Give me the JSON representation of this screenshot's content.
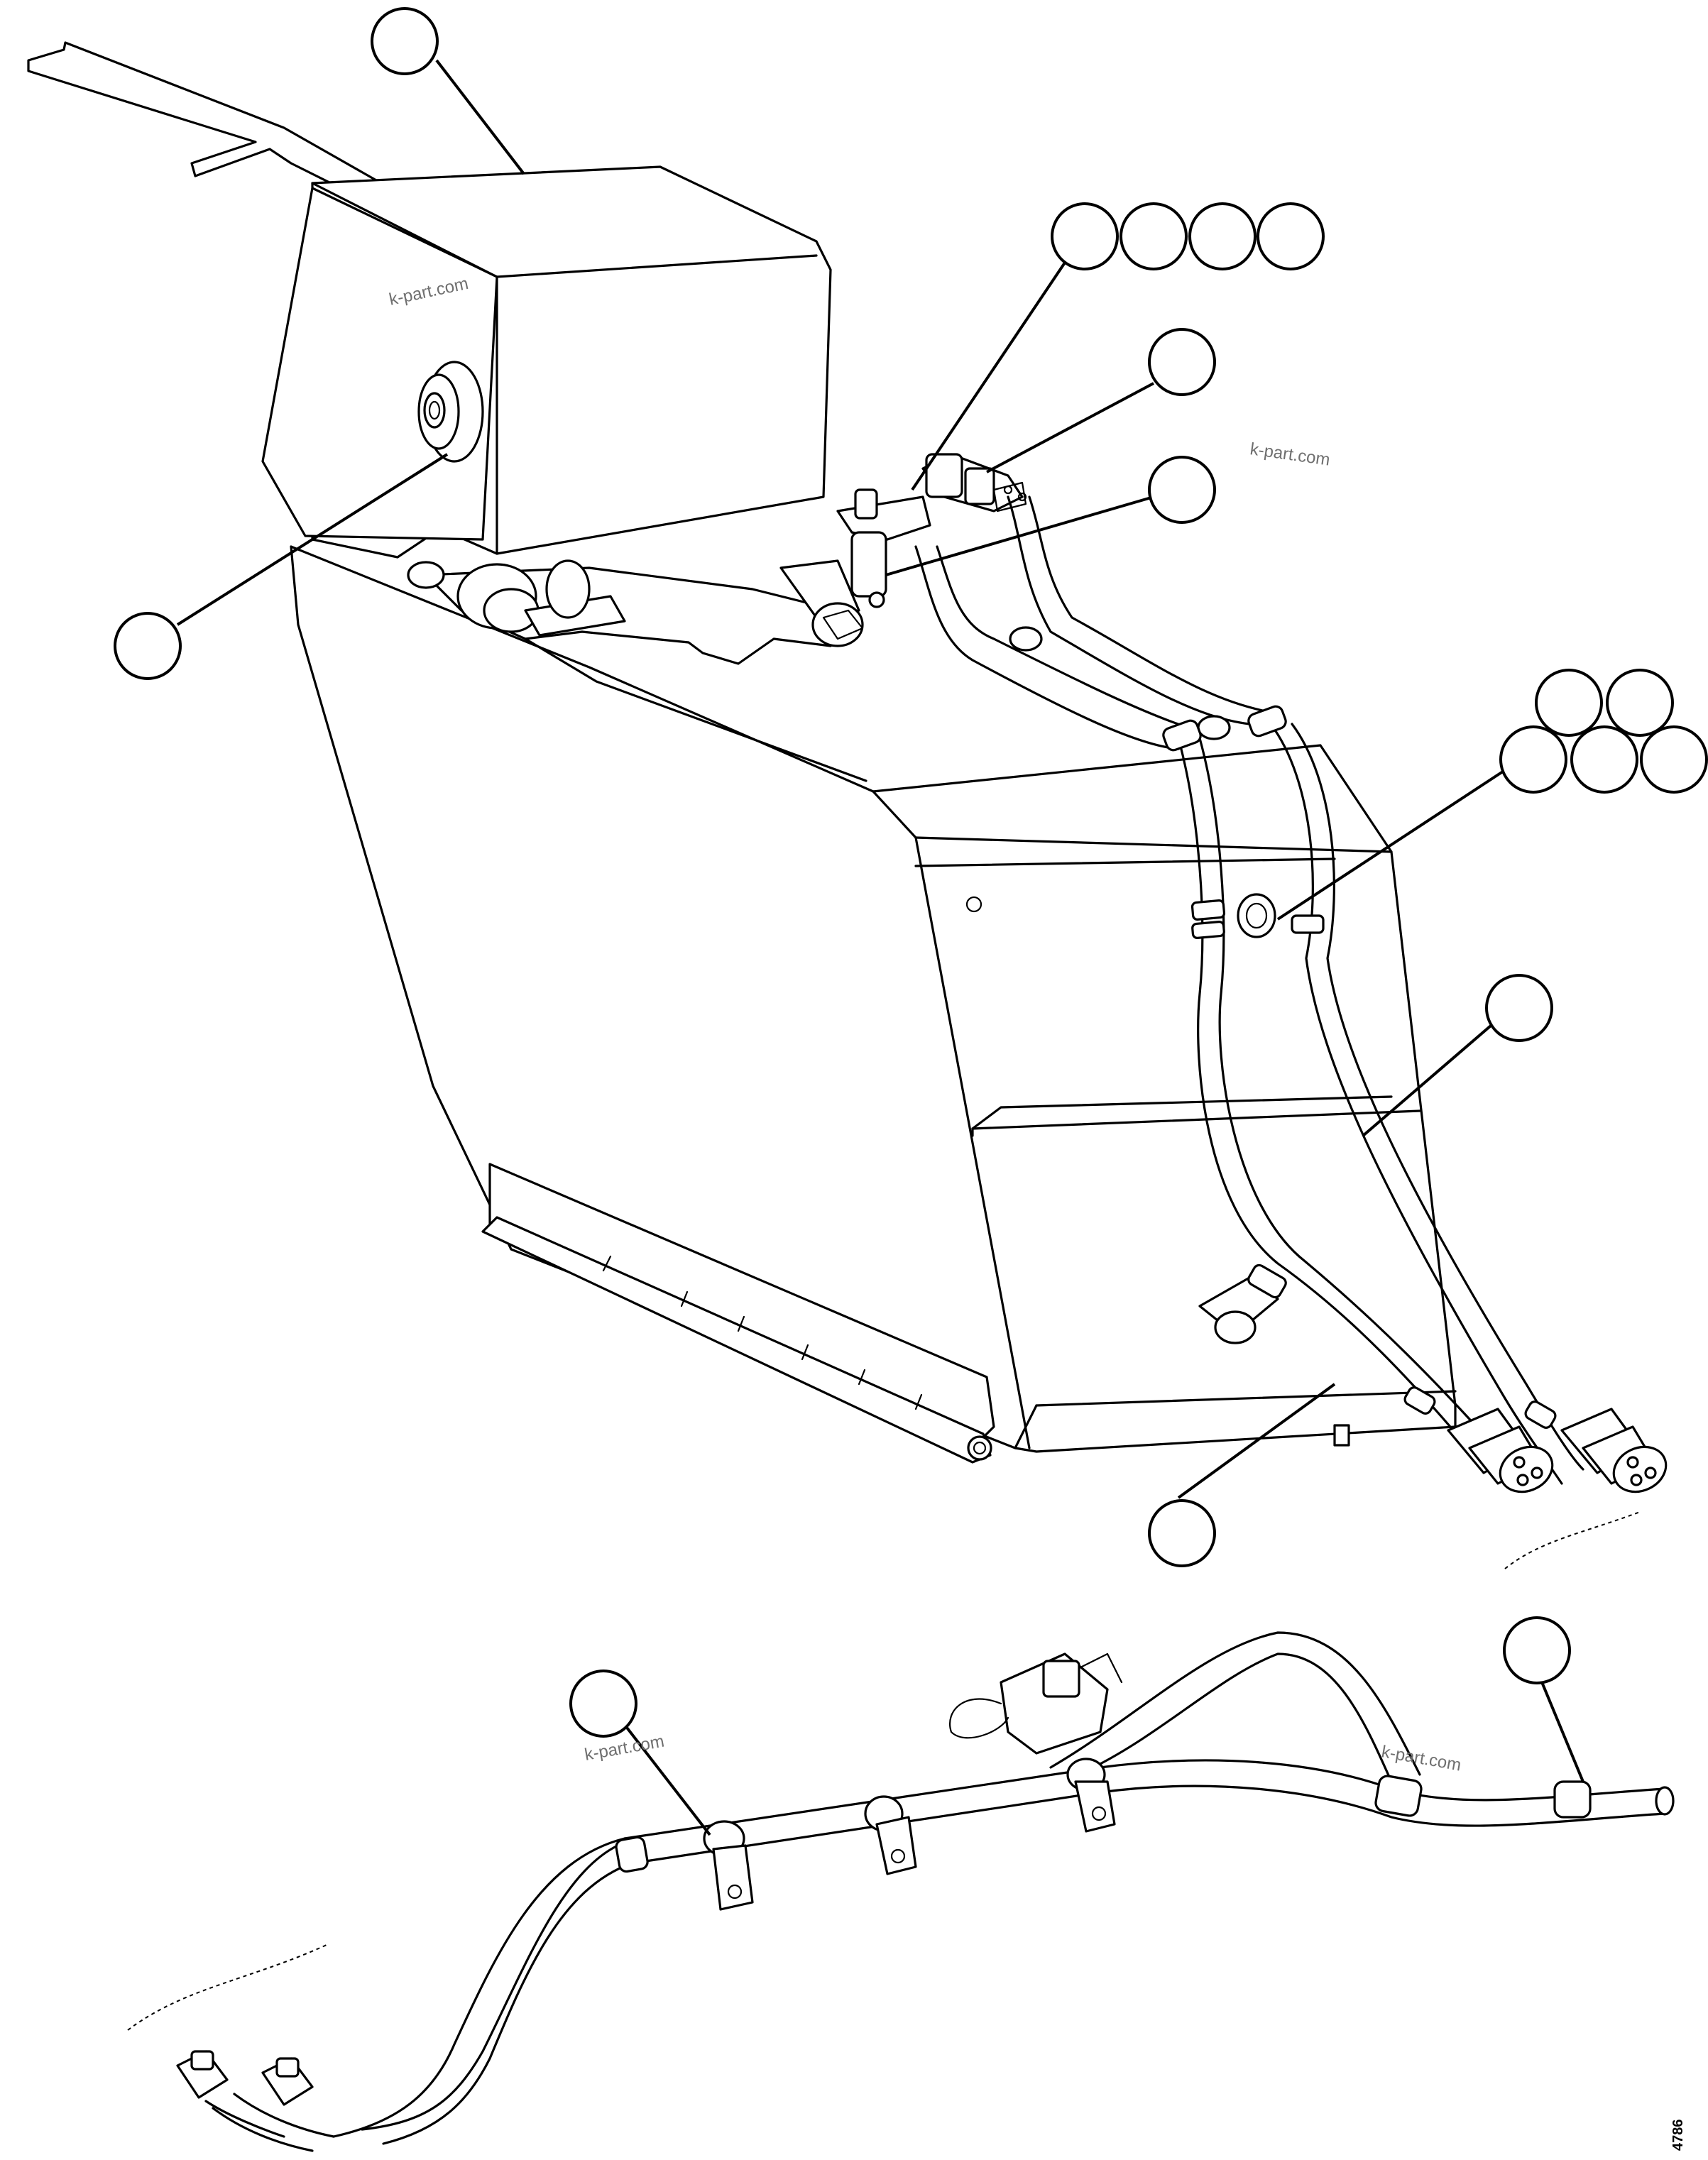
{
  "watermarks": [
    "k-part.com",
    "k-part.com",
    "k-part.com",
    "k-part.com"
  ],
  "figure_code": "4786",
  "callouts": [
    {
      "id": "tank-top",
      "label": ""
    },
    {
      "id": "filler-cap",
      "label": ""
    },
    {
      "id": "bolt-group-1",
      "label": ""
    },
    {
      "id": "bolt-group-2",
      "label": ""
    },
    {
      "id": "bolt-group-3",
      "label": ""
    },
    {
      "id": "bolt-group-4",
      "label": ""
    },
    {
      "id": "connector",
      "label": ""
    },
    {
      "id": "sensor",
      "label": ""
    },
    {
      "id": "clamp-hw-1",
      "label": ""
    },
    {
      "id": "clamp-hw-2",
      "label": ""
    },
    {
      "id": "clamp-hw-3",
      "label": ""
    },
    {
      "id": "clamp-hw-4",
      "label": ""
    },
    {
      "id": "clamp-hw-5",
      "label": ""
    },
    {
      "id": "harness-upper",
      "label": ""
    },
    {
      "id": "harness-lower",
      "label": ""
    },
    {
      "id": "clip",
      "label": ""
    },
    {
      "id": "harness-end",
      "label": ""
    }
  ]
}
